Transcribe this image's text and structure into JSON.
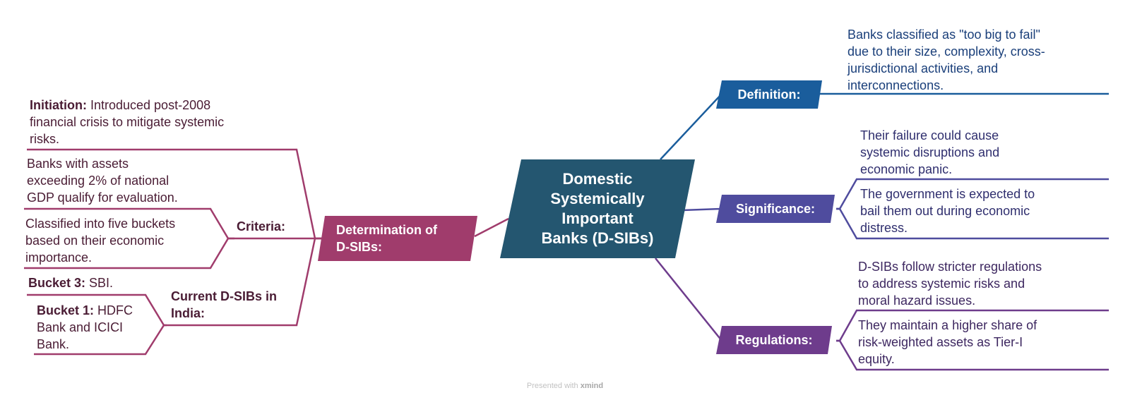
{
  "central": {
    "label_lines": [
      "Domestic",
      "Systemically",
      "Important",
      "Banks (D-SIBs)"
    ]
  },
  "branches": {
    "determination": {
      "label_lines": [
        "Determination of",
        "D-SIBs:"
      ],
      "initiation": {
        "bold": "Initiation:",
        "text_lines": [
          " Introduced post-2008",
          "financial crisis to mitigate systemic",
          "risks."
        ]
      },
      "criteria": {
        "label": "Criteria:",
        "items": [
          [
            "Banks with assets",
            "exceeding 2% of national",
            "GDP qualify for evaluation."
          ],
          [
            "Classified into five buckets",
            "based on their economic",
            "importance."
          ]
        ]
      },
      "current": {
        "label_lines": [
          "Current D-SIBs in",
          "India:"
        ],
        "bucket3": {
          "bold": "Bucket 3:",
          "text": " SBI."
        },
        "bucket1": {
          "bold": "Bucket 1:",
          "text_lines": [
            " HDFC",
            "Bank and ICICI",
            "Bank."
          ]
        }
      }
    },
    "definition": {
      "label": "Definition:",
      "text_lines": [
        "Banks classified as \"too big to fail\"",
        "due to their size, complexity, cross-",
        "jurisdictional activities, and",
        "interconnections."
      ]
    },
    "significance": {
      "label": "Significance:",
      "items": [
        [
          "Their failure could cause",
          "systemic disruptions and",
          "economic panic."
        ],
        [
          "The government is expected to",
          "bail them out during economic",
          "distress."
        ]
      ]
    },
    "regulations": {
      "label": "Regulations:",
      "items": [
        [
          "D-SIBs follow stricter regulations",
          "to address systemic risks and",
          "moral hazard issues."
        ],
        [
          "They maintain a higher share of",
          "risk-weighted assets as Tier-I",
          "equity."
        ]
      ]
    }
  },
  "footer": {
    "prefix": "Presented with",
    "brand": "xmind"
  },
  "colors": {
    "central": "#245670",
    "determination": "#a03c6c",
    "definition": "#1a5d9c",
    "significance": "#4f4c9e",
    "regulations": "#6e3c8c"
  }
}
